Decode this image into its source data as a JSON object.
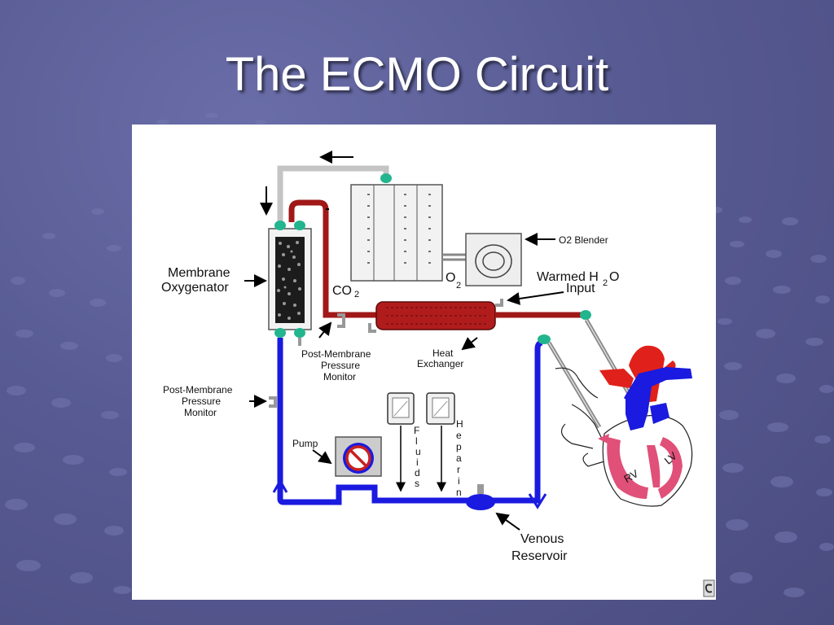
{
  "slide": {
    "title": "The ECMO Circuit"
  },
  "diagram": {
    "labels": {
      "membrane_oxygenator_1": "Membrane",
      "membrane_oxygenator_2": "Oxygenator",
      "co2": "CO",
      "co2_sub": "2",
      "o2": "O",
      "o2_sub": "2",
      "o2_blender": "O2 Blender",
      "warmed_h2o_1": "Warmed H",
      "warmed_h2o_sub": "2",
      "warmed_h2o_o": "O",
      "warmed_h2o_2": "Input",
      "post_membrane_upper_1": "Post-Membrane",
      "post_membrane_upper_2": "Pressure",
      "post_membrane_upper_3": "Monitor",
      "heat_exchanger_1": "Heat",
      "heat_exchanger_2": "Exchanger",
      "post_membrane_lower_1": "Post-Membrane",
      "post_membrane_lower_2": "Pressure",
      "post_membrane_lower_3": "Monitor",
      "pump": "Pump",
      "fluids": [
        "F",
        "l",
        "u",
        "i",
        "d",
        "s"
      ],
      "heparin": [
        "H",
        "e",
        "p",
        "a",
        "r",
        "i",
        "n"
      ],
      "venous_reservoir_1": "Venous",
      "venous_reservoir_2": "Reservoir",
      "rv": "RV",
      "lv": "LV"
    },
    "colors": {
      "venous": "#1a1ae0",
      "arterial": "#a01818",
      "gas_line": "#c4c4c4",
      "connector": "#22b58e",
      "heart_red": "#e0201a",
      "ventricle_pink": "#e05078"
    }
  }
}
